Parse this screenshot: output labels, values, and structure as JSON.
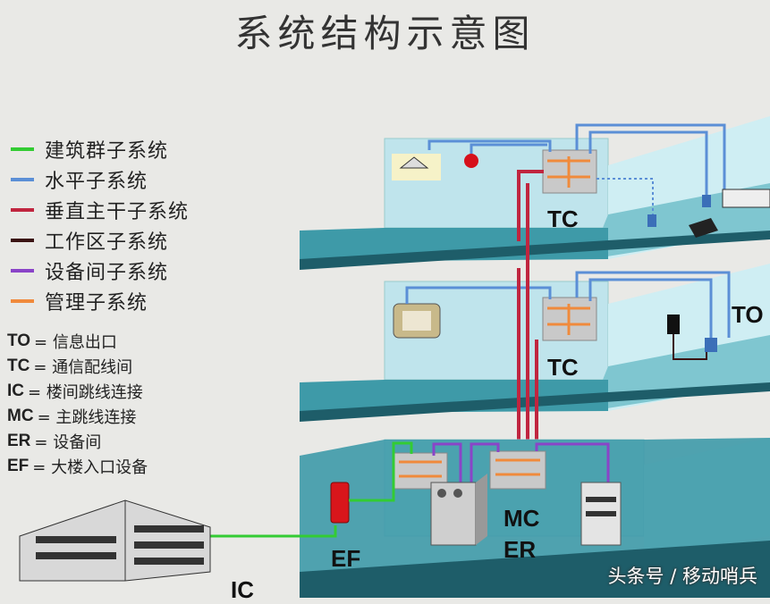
{
  "title": "系统结构示意图",
  "legend": [
    {
      "label": "建筑群子系统",
      "color": "#33cc33"
    },
    {
      "label": "水平子系统",
      "color": "#5b8fd6"
    },
    {
      "label": "垂直主干子系统",
      "color": "#c0253f"
    },
    {
      "label": "工作区子系统",
      "color": "#3a1212"
    },
    {
      "label": "设备间子系统",
      "color": "#8a44c8"
    },
    {
      "label": "管理子系统",
      "color": "#f08a3c"
    }
  ],
  "abbreviations": [
    {
      "key": "TO",
      "desc": "= 信息出口"
    },
    {
      "key": "TC",
      "desc": "= 通信配线间"
    },
    {
      "key": "IC",
      "desc": "= 楼间跳线连接"
    },
    {
      "key": "MC",
      "desc": "= 主跳线连接"
    },
    {
      "key": "ER",
      "desc": "= 设备间"
    },
    {
      "key": "EF",
      "desc": "= 大楼入口设备"
    }
  ],
  "diagram_labels": {
    "tc_top": "TC",
    "tc_mid": "TC",
    "to": "TO",
    "mc": "MC",
    "er": "ER",
    "ef": "EF",
    "ic": "IC"
  },
  "watermark": "头条号 / 移动哨兵"
}
